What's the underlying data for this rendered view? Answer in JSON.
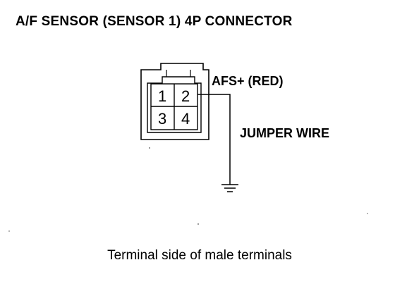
{
  "title": "A/F SENSOR (SENSOR 1) 4P CONNECTOR",
  "connector": {
    "pins": [
      "1",
      "2",
      "3",
      "4"
    ]
  },
  "labels": {
    "afs": "AFS+ (RED)",
    "jumper": "JUMPER WIRE"
  },
  "caption": "Terminal side of male terminals",
  "colors": {
    "ink": "#000000",
    "background": "#ffffff"
  }
}
